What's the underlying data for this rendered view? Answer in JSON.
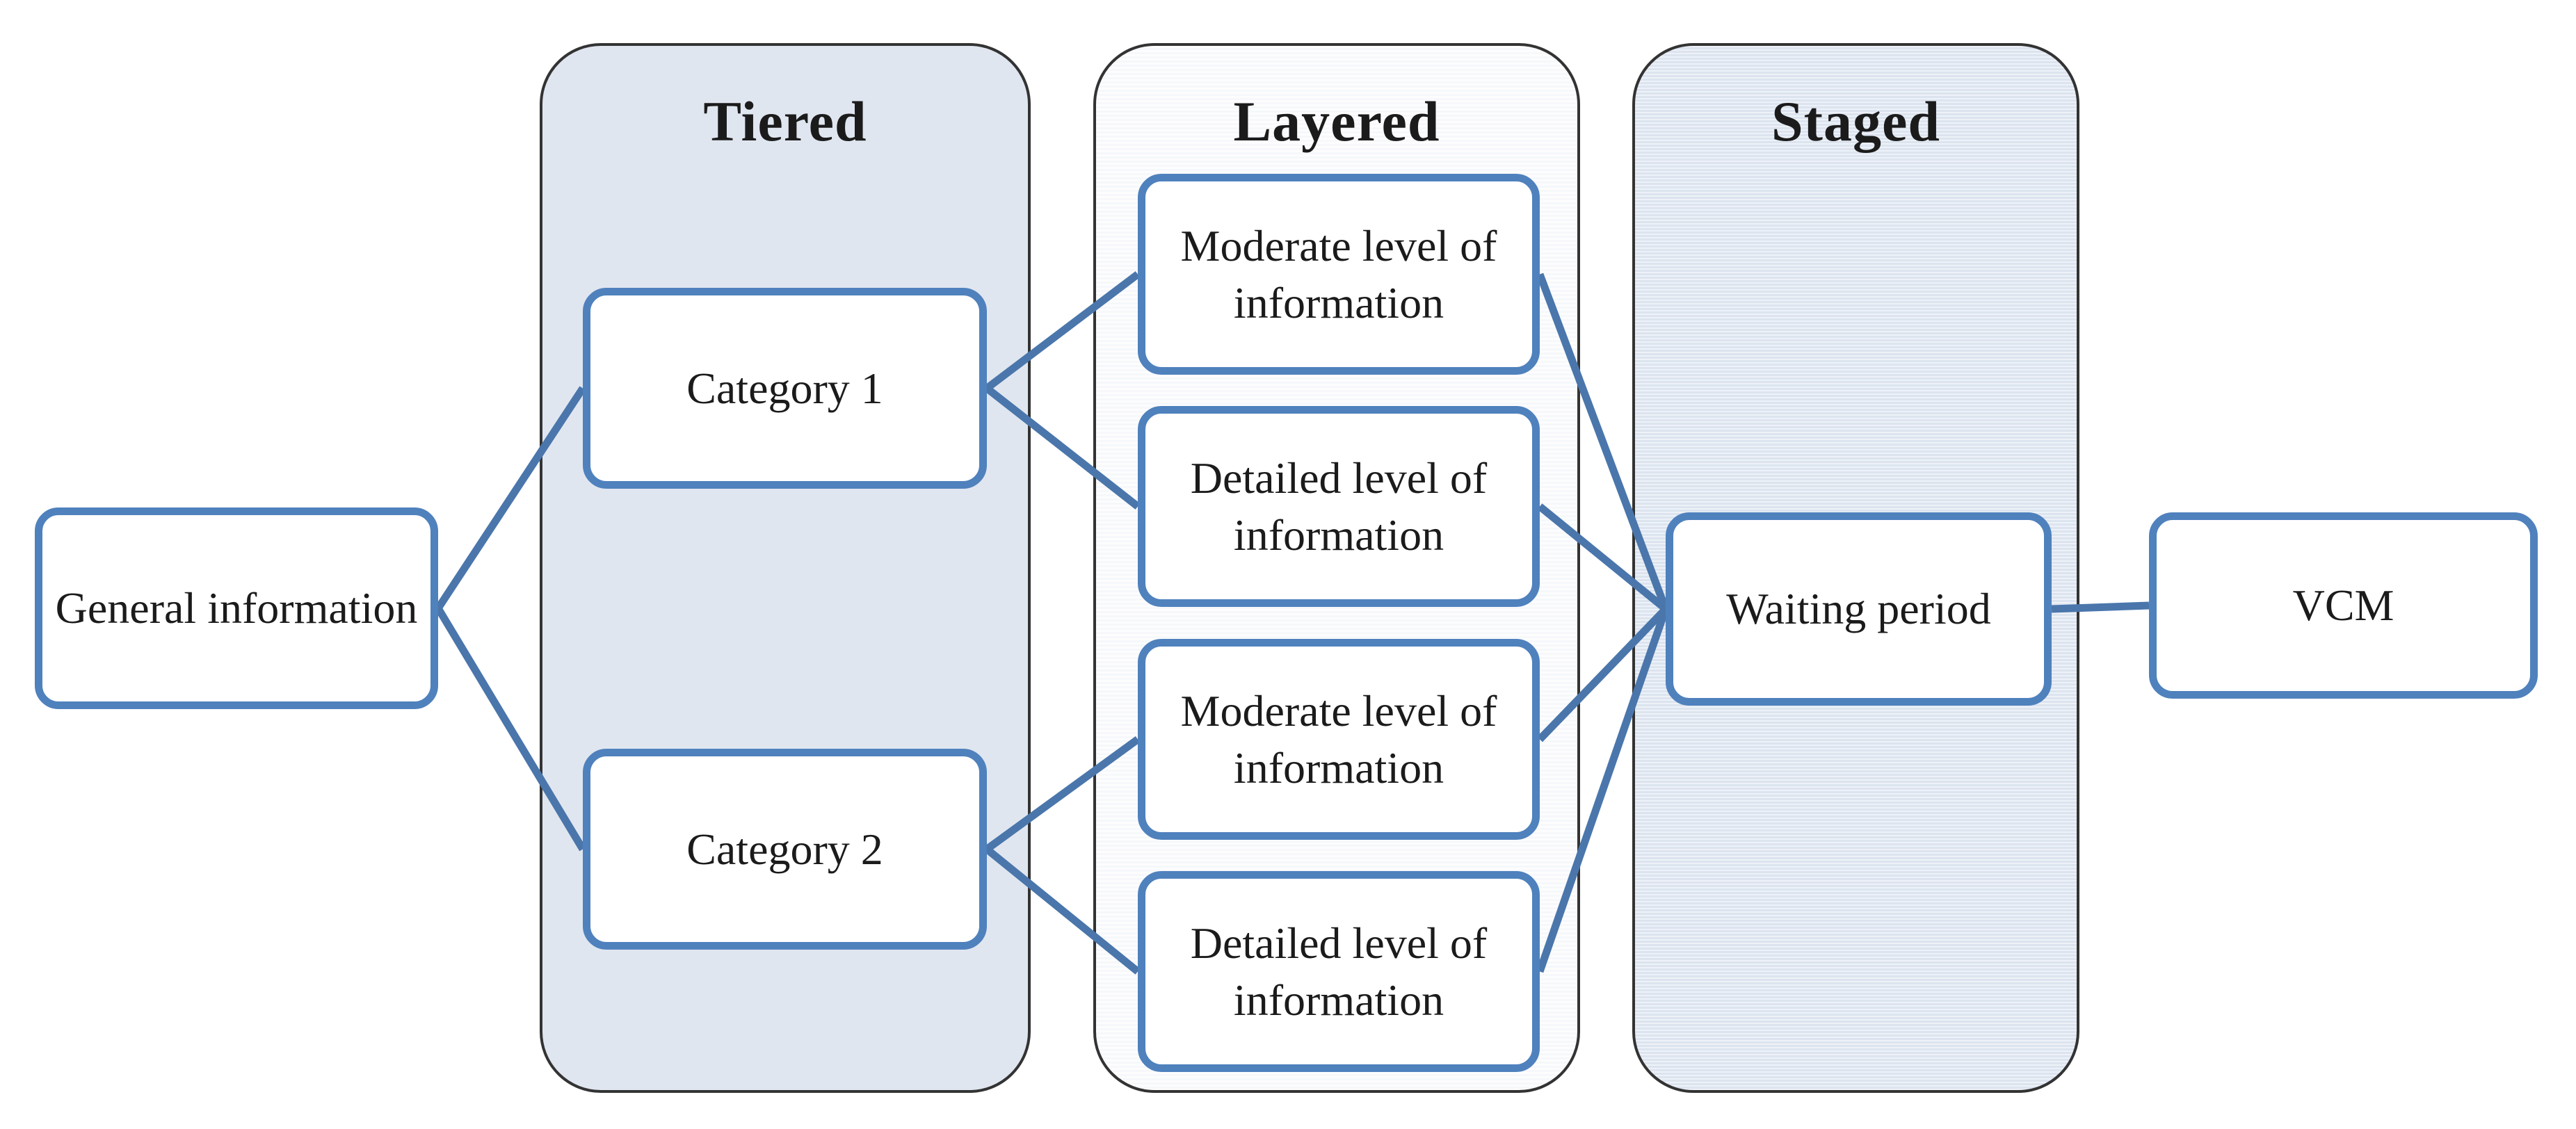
{
  "diagram": {
    "columns": [
      {
        "id": "tiered",
        "title": "Tiered"
      },
      {
        "id": "layered",
        "title": "Layered"
      },
      {
        "id": "staged",
        "title": "Staged"
      }
    ],
    "nodes": {
      "general": {
        "label": "General information"
      },
      "category1": {
        "label": "Category 1"
      },
      "category2": {
        "label": "Category 2"
      },
      "moderate1": {
        "label": "Moderate level of information"
      },
      "detailed1": {
        "label": "Detailed level of information"
      },
      "moderate2": {
        "label": "Moderate level of information"
      },
      "detailed2": {
        "label": "Detailed level of information"
      },
      "waiting": {
        "label": "Waiting period"
      },
      "vcm": {
        "label": "VCM"
      }
    },
    "edges": [
      {
        "from": "general",
        "to": "category1"
      },
      {
        "from": "general",
        "to": "category2"
      },
      {
        "from": "category1",
        "to": "moderate1"
      },
      {
        "from": "category1",
        "to": "detailed1"
      },
      {
        "from": "category2",
        "to": "moderate2"
      },
      {
        "from": "category2",
        "to": "detailed2"
      },
      {
        "from": "moderate1",
        "to": "waiting"
      },
      {
        "from": "detailed1",
        "to": "waiting"
      },
      {
        "from": "moderate2",
        "to": "waiting"
      },
      {
        "from": "detailed2",
        "to": "waiting"
      },
      {
        "from": "waiting",
        "to": "vcm"
      }
    ],
    "colors": {
      "node_border": "#4f81bd",
      "connector": "#4a76ab",
      "container_border": "#333333",
      "tiered_fill": "#e0e6f0",
      "layered_stripe_light": "#fdfdfe",
      "layered_stripe_dark": "#f6f8fb",
      "staged_stripe_light": "#eef2f8",
      "staged_stripe_dark": "#dce4ef",
      "text": "#1b1b1b"
    },
    "connector_width": 11
  }
}
